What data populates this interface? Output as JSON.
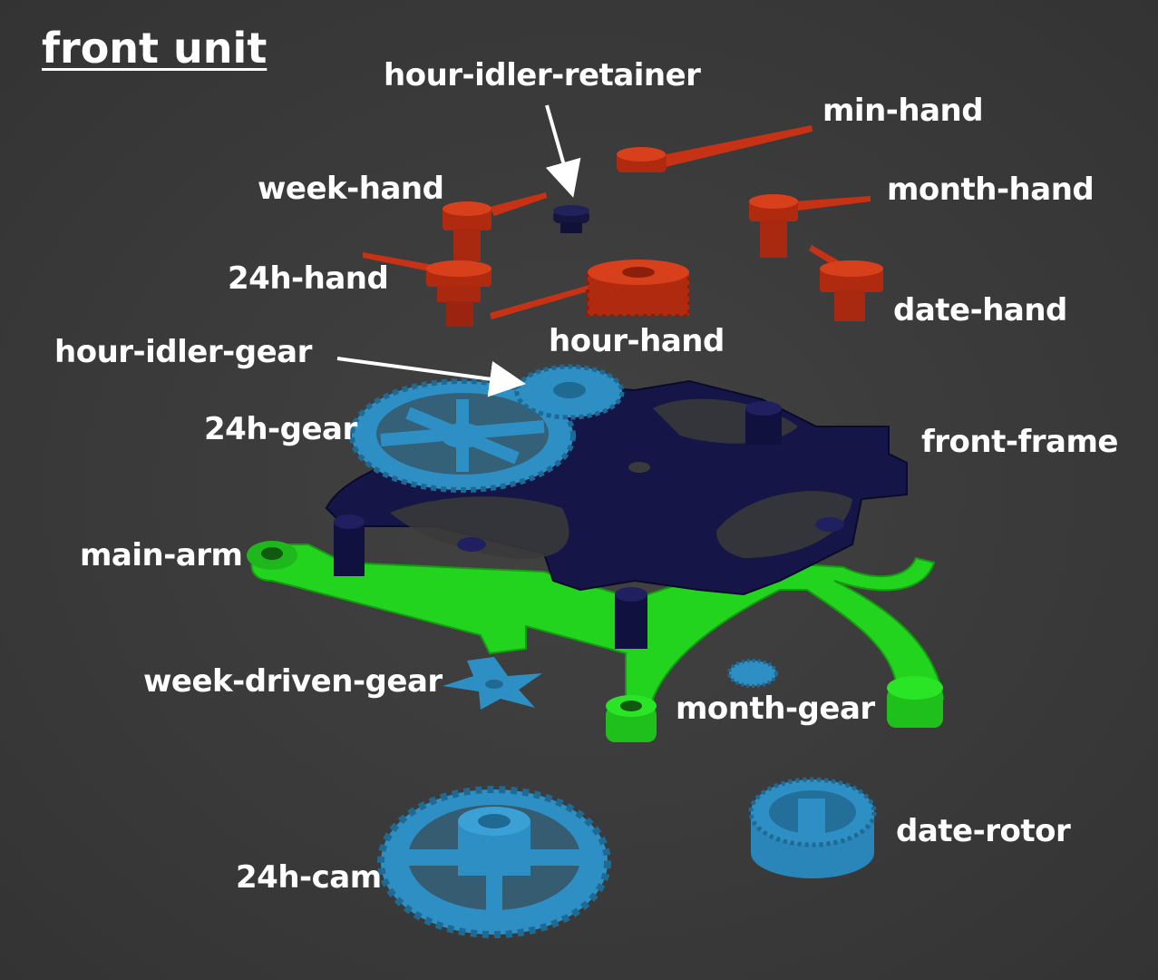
{
  "title": "front unit",
  "labels": {
    "hour_idler_retainer": "hour-idler-retainer",
    "min_hand": "min-hand",
    "week_hand": "week-hand",
    "month_hand": "month-hand",
    "h24_hand": "24h-hand",
    "date_hand": "date-hand",
    "hour_hand": "hour-hand",
    "hour_idler_gear": "hour-idler-gear",
    "h24_gear": "24h-gear",
    "front_frame": "front-frame",
    "main_arm": "main-arm",
    "week_driven_gear": "week-driven-gear",
    "month_gear": "month-gear",
    "date_rotor": "date-rotor",
    "h24_cam": "24h-cam"
  },
  "colors": {
    "background": "#3a3a3a",
    "hands": "#c83214",
    "gears": "#2e8fc4",
    "frame": "#151548",
    "arm": "#22d41e",
    "label": "#ffffff"
  }
}
